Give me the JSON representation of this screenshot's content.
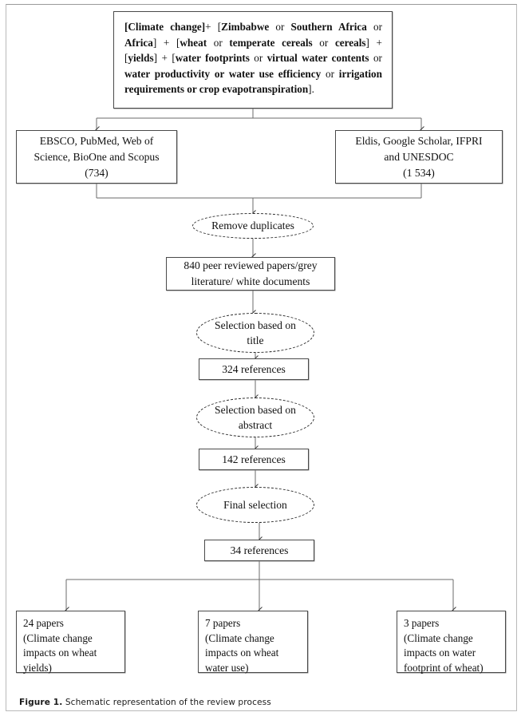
{
  "figure": {
    "caption_label": "Figure 1.",
    "caption_text": " Schematic representation of the review process"
  },
  "diagram_data": {
    "type": "flowchart",
    "title": "Schematic representation of the review process",
    "query": {
      "segments": [
        {
          "text": "[Climate change]",
          "bold": true
        },
        {
          "text": "+ [",
          "bold": false
        },
        {
          "text": "Zimbabwe",
          "bold": true
        },
        {
          "text": " or ",
          "bold": false
        },
        {
          "text": "Southern Africa",
          "bold": true
        },
        {
          "text": " or ",
          "bold": false
        },
        {
          "text": "Africa",
          "bold": true
        },
        {
          "text": "] + [",
          "bold": false
        },
        {
          "text": "wheat",
          "bold": true
        },
        {
          "text": " or ",
          "bold": false
        },
        {
          "text": "temperate cereals",
          "bold": true
        },
        {
          "text": " or ",
          "bold": false
        },
        {
          "text": "cereals",
          "bold": true
        },
        {
          "text": "] + [",
          "bold": false
        },
        {
          "text": "yields",
          "bold": true
        },
        {
          "text": "] + [",
          "bold": false
        },
        {
          "text": "water footprints",
          "bold": true
        },
        {
          "text": " or ",
          "bold": false
        },
        {
          "text": "virtual water contents",
          "bold": true
        },
        {
          "text": " or ",
          "bold": false
        },
        {
          "text": "water productivity or water use efficiency",
          "bold": true
        },
        {
          "text": " or ",
          "bold": false
        },
        {
          "text": "irrigation requirements or crop evapotranspiration",
          "bold": true
        },
        {
          "text": "].",
          "bold": false
        }
      ],
      "plain_text": "[Climate change]+ [Zimbabwe or Southern Africa or Africa] + [wheat or temperate cereals or cereals] + [yields] + [water footprints or virtual water contents or water productivity or water use efficiency or irrigation requirements or crop evapotranspiration]."
    },
    "sources": [
      {
        "id": "source-left",
        "shape": "rectangle",
        "lines": [
          "EBSCO, PubMed, Web of",
          "Science, BioOne and Scopus",
          "(734)"
        ],
        "count": 734
      },
      {
        "id": "source-right",
        "shape": "rectangle",
        "lines": [
          "Eldis, Google Scholar, IFPRI",
          "and UNESDOC",
          "(1 534)"
        ],
        "count": 1534
      }
    ],
    "steps": [
      {
        "id": "remove-duplicates",
        "shape": "ellipse",
        "lines": [
          "Remove duplicates"
        ]
      },
      {
        "id": "records-840",
        "shape": "rectangle",
        "lines": [
          "840 peer reviewed papers/grey",
          "literature/ white documents"
        ],
        "count": 840
      },
      {
        "id": "selection-title",
        "shape": "ellipse",
        "lines": [
          "Selection based on",
          "title"
        ]
      },
      {
        "id": "references-324",
        "shape": "rectangle",
        "lines": [
          "324 references"
        ],
        "count": 324
      },
      {
        "id": "selection-abstract",
        "shape": "ellipse",
        "lines": [
          "Selection based on",
          "abstract"
        ]
      },
      {
        "id": "references-142",
        "shape": "rectangle",
        "lines": [
          "142 references"
        ],
        "count": 142
      },
      {
        "id": "final-selection",
        "shape": "ellipse",
        "lines": [
          "Final selection"
        ]
      },
      {
        "id": "references-34",
        "shape": "rectangle",
        "lines": [
          "34 references"
        ],
        "count": 34
      }
    ],
    "results": [
      {
        "id": "result-wheat-yields",
        "shape": "rectangle",
        "lines": [
          "24 papers",
          "(Climate change",
          "impacts on wheat",
          "yields)"
        ],
        "count": 24
      },
      {
        "id": "result-wheat-water-use",
        "shape": "rectangle",
        "lines": [
          "7 papers",
          "(Climate change",
          "impacts on wheat",
          "water use)"
        ],
        "count": 7
      },
      {
        "id": "result-water-footprint",
        "shape": "rectangle",
        "lines": [
          "3 papers",
          "(Climate change",
          "impacts on water",
          "footprint of wheat)"
        ],
        "count": 3
      }
    ],
    "colors": {
      "box_border": "#4a4a4a",
      "ellipse_border": "#2b2b2b",
      "connector": "#6b6b6b",
      "text": "#111111",
      "page_frame": "#b9b9b9",
      "background": "#ffffff"
    }
  }
}
